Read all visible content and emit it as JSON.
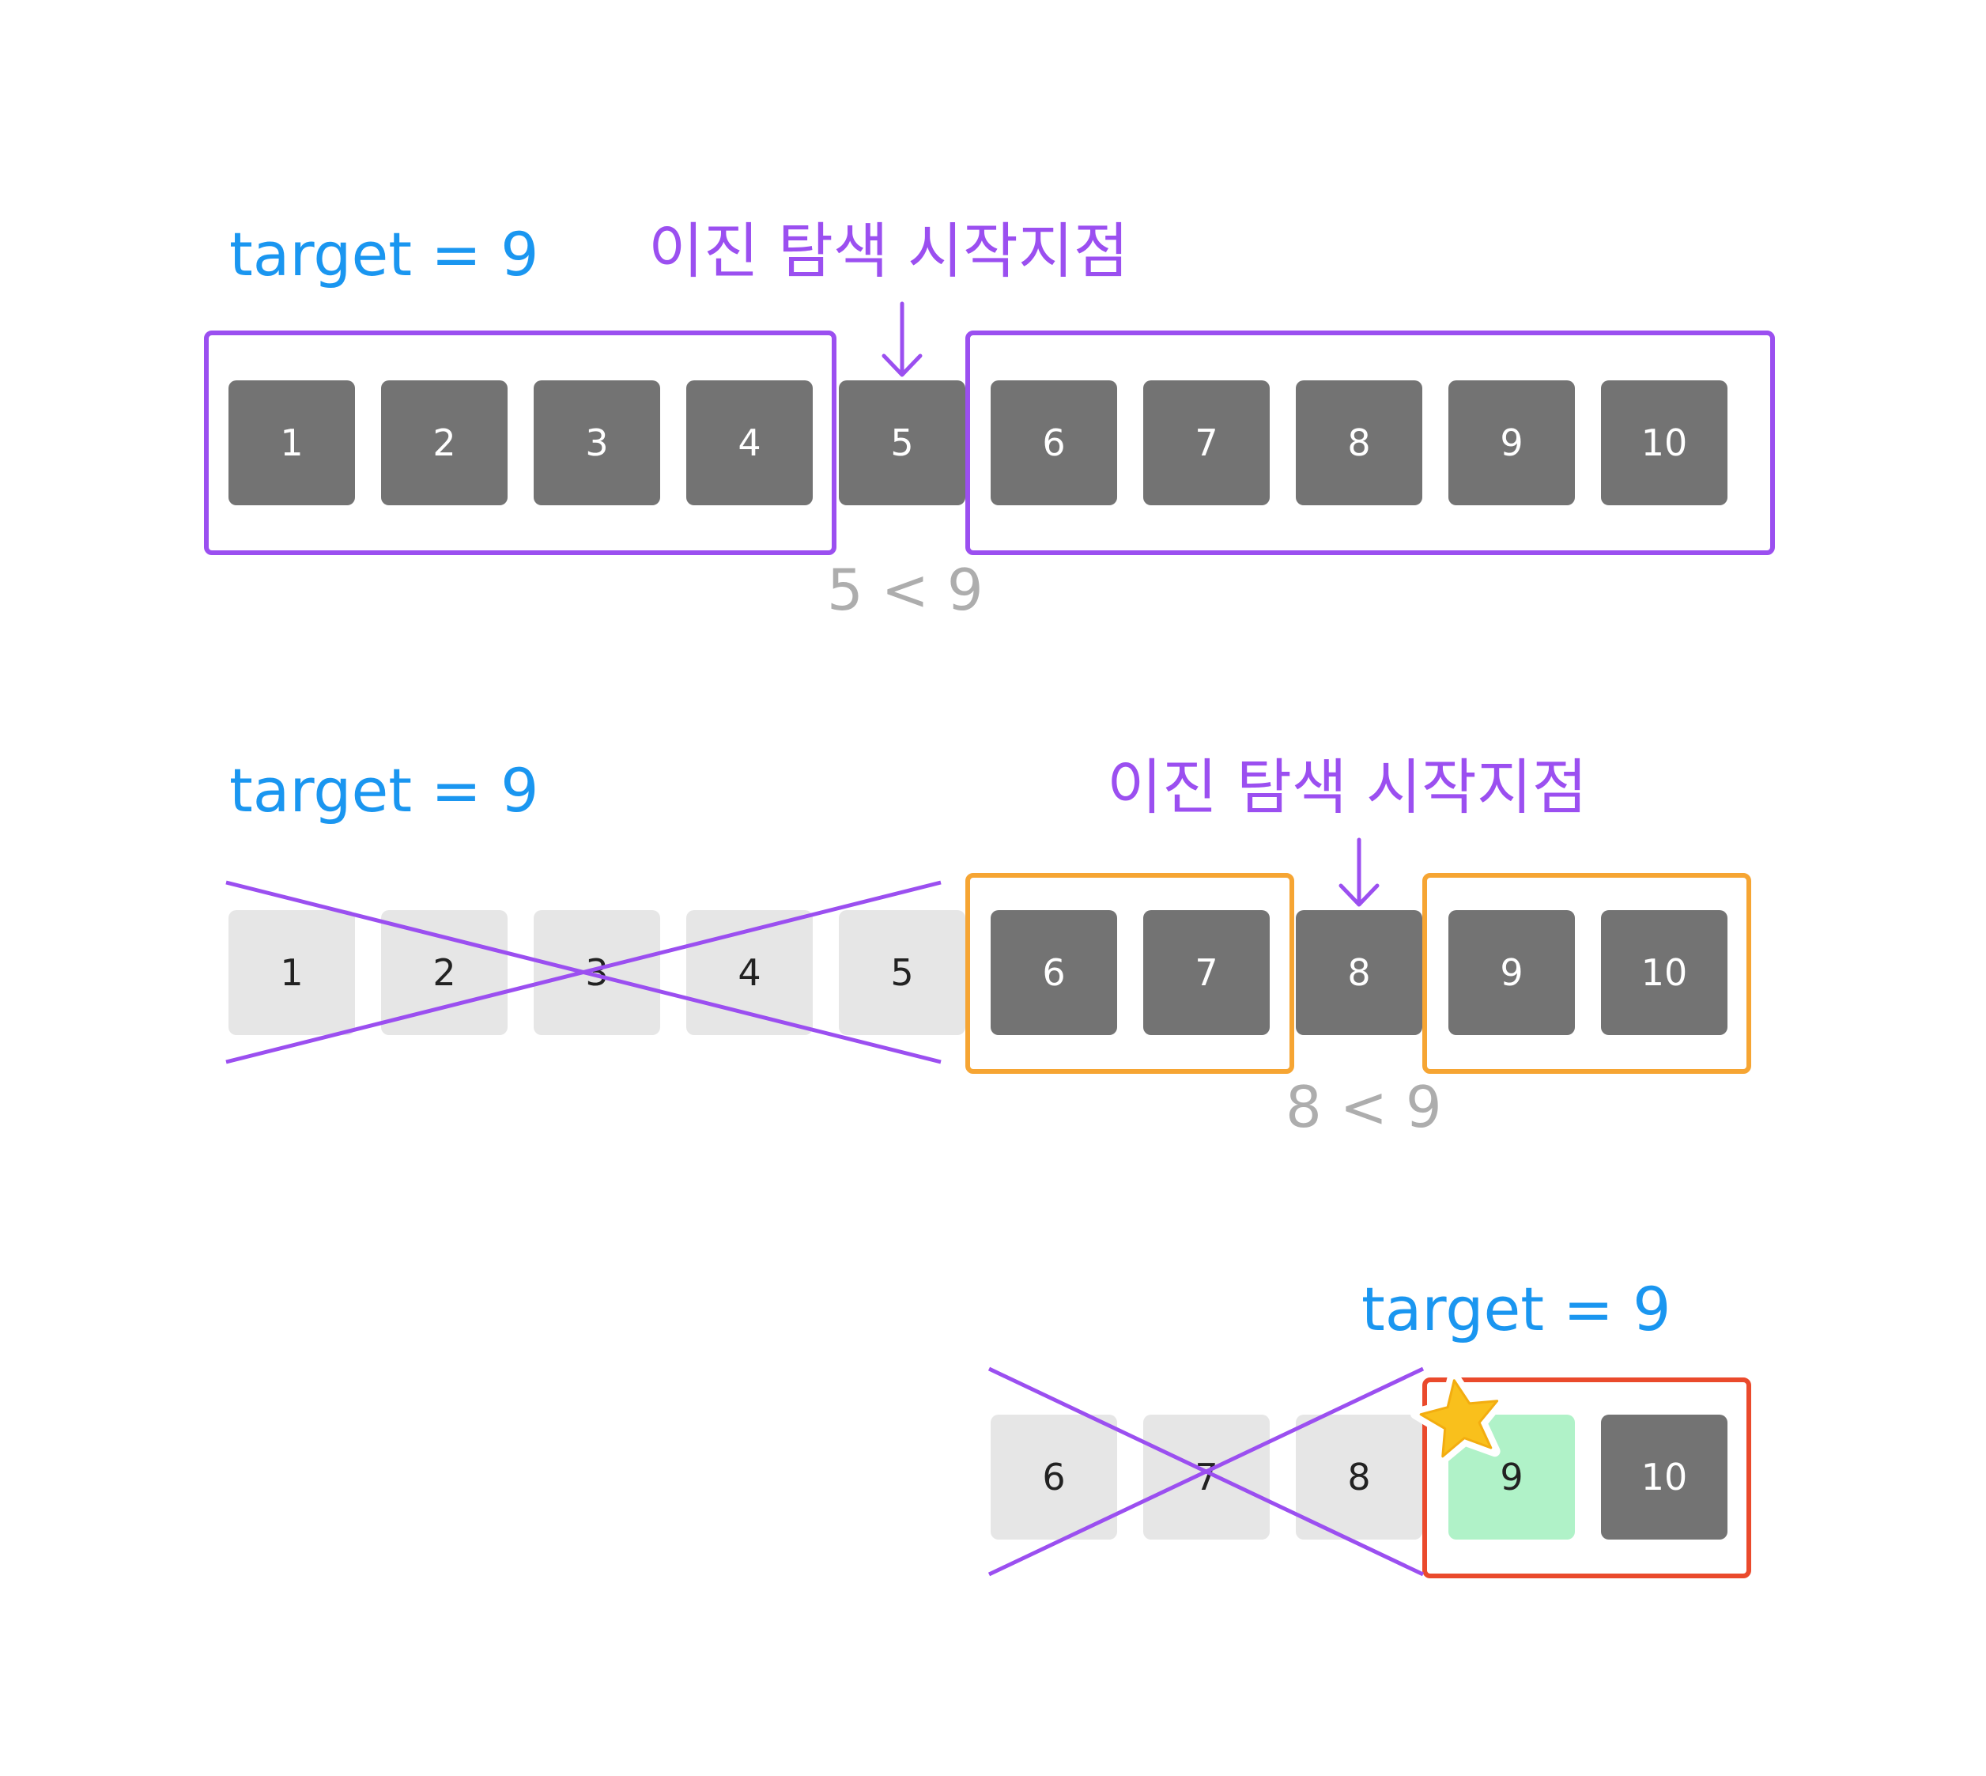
{
  "steps": [
    {
      "target_label": "target = 9",
      "start_label": "이진 탐색 시작지점",
      "comparison": "5 < 9",
      "cells": [
        "1",
        "2",
        "3",
        "4",
        "5",
        "6",
        "7",
        "8",
        "9",
        "10"
      ]
    },
    {
      "target_label": "target = 9",
      "start_label": "이진 탐색 시작지점",
      "comparison": "8 < 9",
      "cells": [
        "1",
        "2",
        "3",
        "4",
        "5",
        "6",
        "7",
        "8",
        "9",
        "10"
      ]
    },
    {
      "target_label": "target = 9",
      "cells": [
        "6",
        "7",
        "8",
        "9",
        "10"
      ]
    }
  ],
  "colors": {
    "target_text": "#1a96f0",
    "purple_accent": "#9b4ff0",
    "orange_frame": "#f6a533",
    "red_frame": "#ea4a2c",
    "active_cell": "#737373",
    "eliminated_cell": "#e6e6e6",
    "found_cell": "#b0f2c8",
    "comparison_text": "#adadad",
    "star": "#f9c01c"
  },
  "icons": {
    "pointer": "down-arrow-icon",
    "found_marker": "star-icon"
  }
}
